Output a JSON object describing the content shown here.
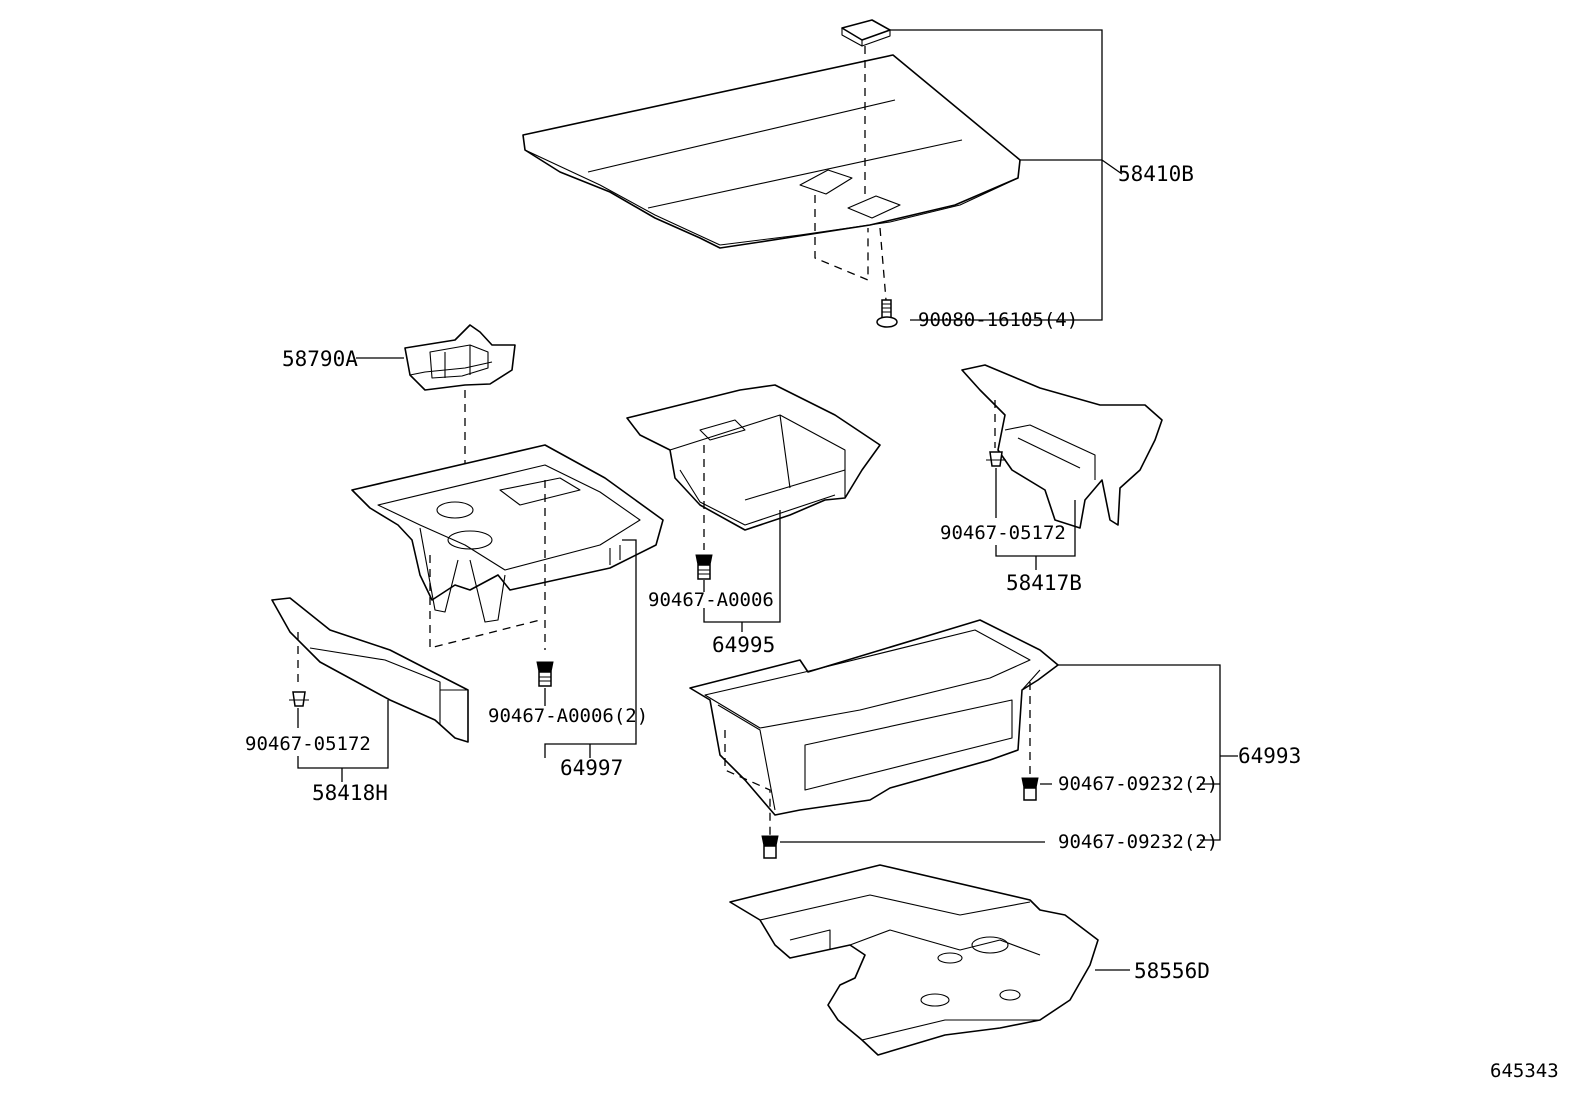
{
  "callouts": {
    "c58410B": "58410B",
    "c90080_16105": "90080-16105(4)",
    "c58790A": "58790A",
    "c90467_05172_right": "90467-05172",
    "c58417B": "58417B",
    "c90467_A0006": "90467-A0006",
    "c64995": "64995",
    "c90467_A0006_2": "90467-A0006(2)",
    "c64997": "64997",
    "c90467_05172_left": "90467-05172",
    "c58418H": "58418H",
    "c64993": "64993",
    "c90467_09232_upper": "90467-09232(2)",
    "c90467_09232_lower": "90467-09232(2)",
    "c58556D": "58556D"
  },
  "illustration_number": "645343"
}
